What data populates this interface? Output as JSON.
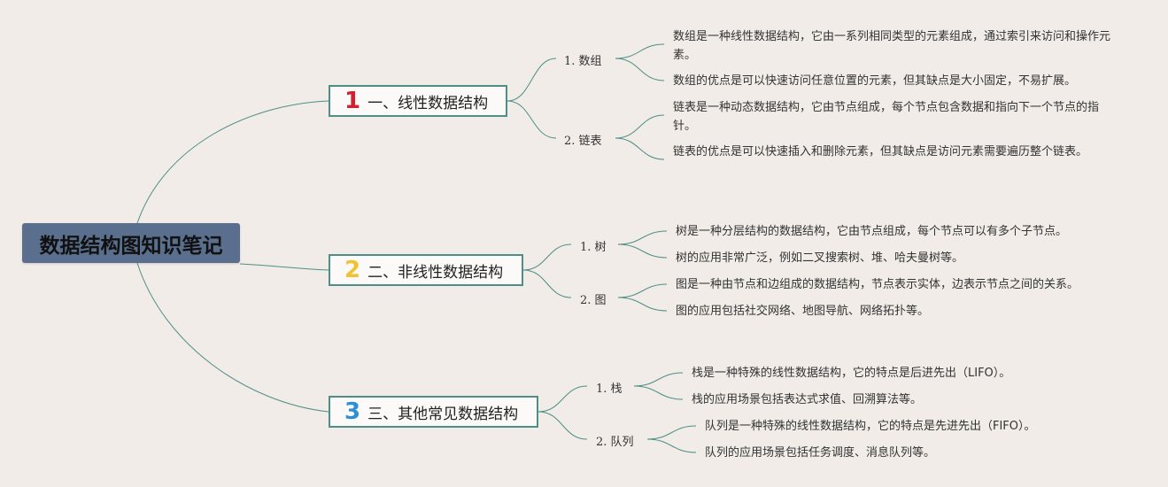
{
  "root": {
    "title": "数据结构图知识笔记"
  },
  "colors": {
    "background": "#f1ece7",
    "root_fill": "#5a6f8e",
    "branch_border": "#4c8f87",
    "link": "#4c8f87"
  },
  "branches": [
    {
      "number": "1",
      "number_color": "#d32030",
      "label": "一、线性数据结构",
      "children": [
        {
          "label": "1. 数组",
          "notes": [
            "数组是一种线性数据结构，它由一系列相同类型的元素组成，通过索引来访问和操作元素。",
            "数组的优点是可以快速访问任意位置的元素，但其缺点是大小固定，不易扩展。"
          ]
        },
        {
          "label": "2. 链表",
          "notes": [
            "链表是一种动态数据结构，它由节点组成，每个节点包含数据和指向下一个节点的指针。",
            "链表的优点是可以快速插入和删除元素，但其缺点是访问元素需要遍历整个链表。"
          ]
        }
      ]
    },
    {
      "number": "2",
      "number_color": "#f2c230",
      "label": "二、非线性数据结构",
      "children": [
        {
          "label": "1. 树",
          "notes": [
            "树是一种分层结构的数据结构，它由节点组成，每个节点可以有多个子节点。",
            "树的应用非常广泛，例如二叉搜索树、堆、哈夫曼树等。"
          ]
        },
        {
          "label": "2. 图",
          "notes": [
            "图是一种由节点和边组成的数据结构，节点表示实体，边表示节点之间的关系。",
            "图的应用包括社交网络、地图导航、网络拓扑等。"
          ]
        }
      ]
    },
    {
      "number": "3",
      "number_color": "#2d8fd5",
      "label": "三、其他常见数据结构",
      "children": [
        {
          "label": "1. 栈",
          "notes": [
            "栈是一种特殊的线性数据结构，它的特点是后进先出（LIFO）。",
            "栈的应用场景包括表达式求值、回溯算法等。"
          ]
        },
        {
          "label": "2. 队列",
          "notes": [
            "队列是一种特殊的线性数据结构，它的特点是先进先出（FIFO）。",
            "队列的应用场景包括任务调度、消息队列等。"
          ]
        }
      ]
    }
  ]
}
